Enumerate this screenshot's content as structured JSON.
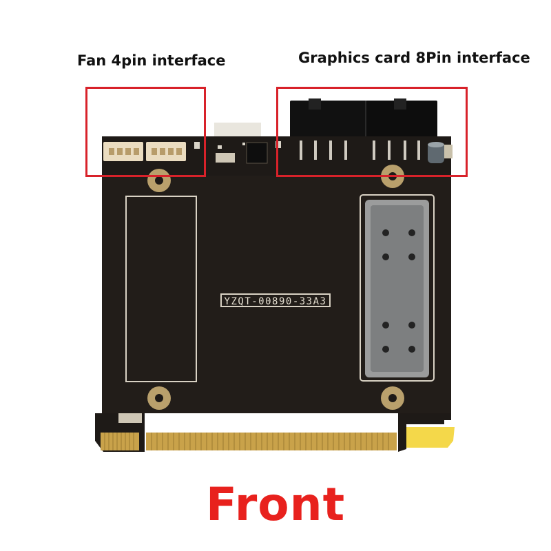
{
  "labels": {
    "fan_interface": "Fan 4pin interface",
    "gpu_interface": "Graphics card 8Pin interface",
    "side": "Front"
  },
  "pcb": {
    "code": "YZQT-00890-33A3"
  },
  "colors": {
    "highlight": "#d8222a",
    "side_label": "#e8211d",
    "pcb": "#1e1a17",
    "gold_contacts": "#c9a24a",
    "yellow_tab": "#f4d84a"
  }
}
